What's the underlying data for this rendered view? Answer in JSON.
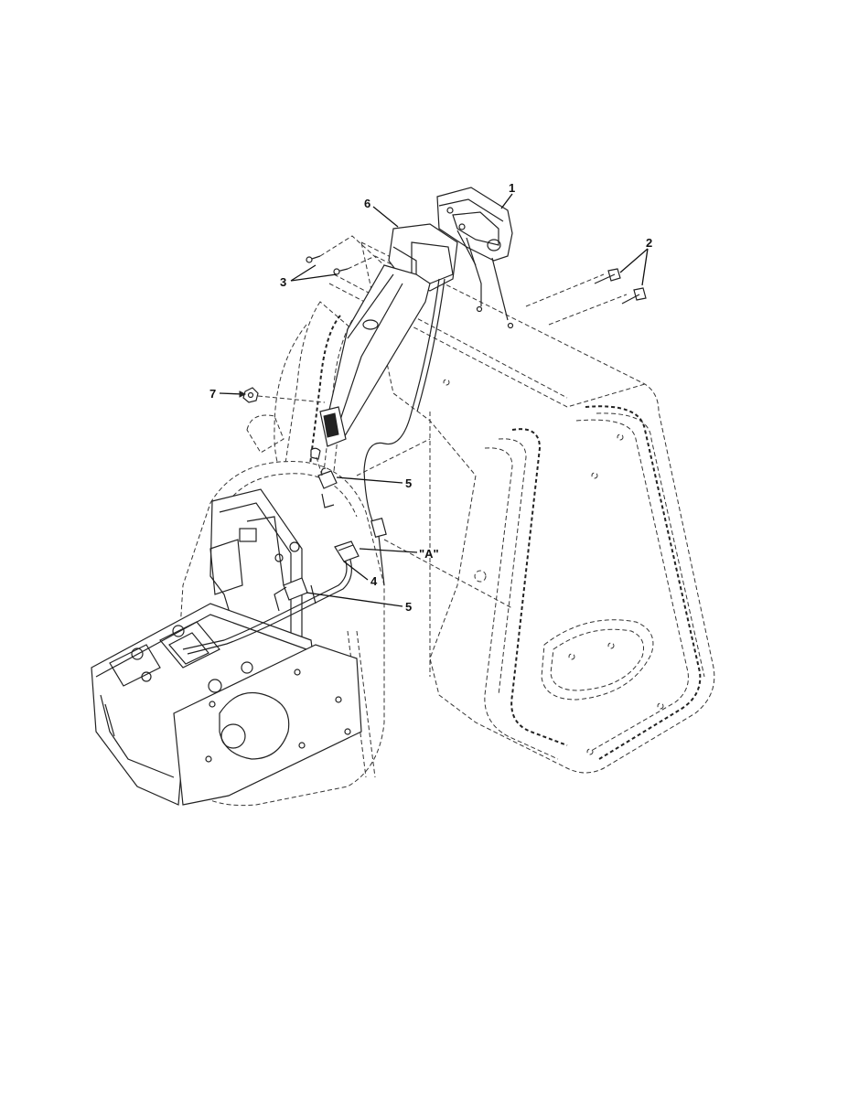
{
  "callouts": {
    "c1": "1",
    "c2": "2",
    "c3": "3",
    "c4": "4",
    "c5a": "5",
    "c5b": "5",
    "c6": "6",
    "c7": "7",
    "cA": "\"A\""
  }
}
